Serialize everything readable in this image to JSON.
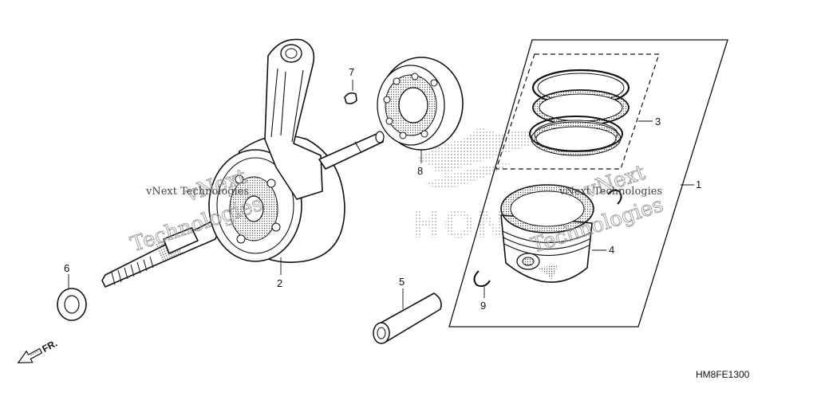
{
  "diagram": {
    "callouts": [
      {
        "id": "1",
        "label": "1"
      },
      {
        "id": "2",
        "label": "2"
      },
      {
        "id": "3",
        "label": "3"
      },
      {
        "id": "4",
        "label": "4"
      },
      {
        "id": "5",
        "label": "5"
      },
      {
        "id": "6",
        "label": "6"
      },
      {
        "id": "7",
        "label": "7"
      },
      {
        "id": "8",
        "label": "8"
      },
      {
        "id": "9",
        "label": "9"
      }
    ],
    "front_marker": "FR.",
    "drawing_code": "HM8FE1300",
    "watermark": {
      "line1": "vNext",
      "line2": "Technologies",
      "overlay": "vNext Technologies"
    },
    "logo_text": "HONDA"
  }
}
